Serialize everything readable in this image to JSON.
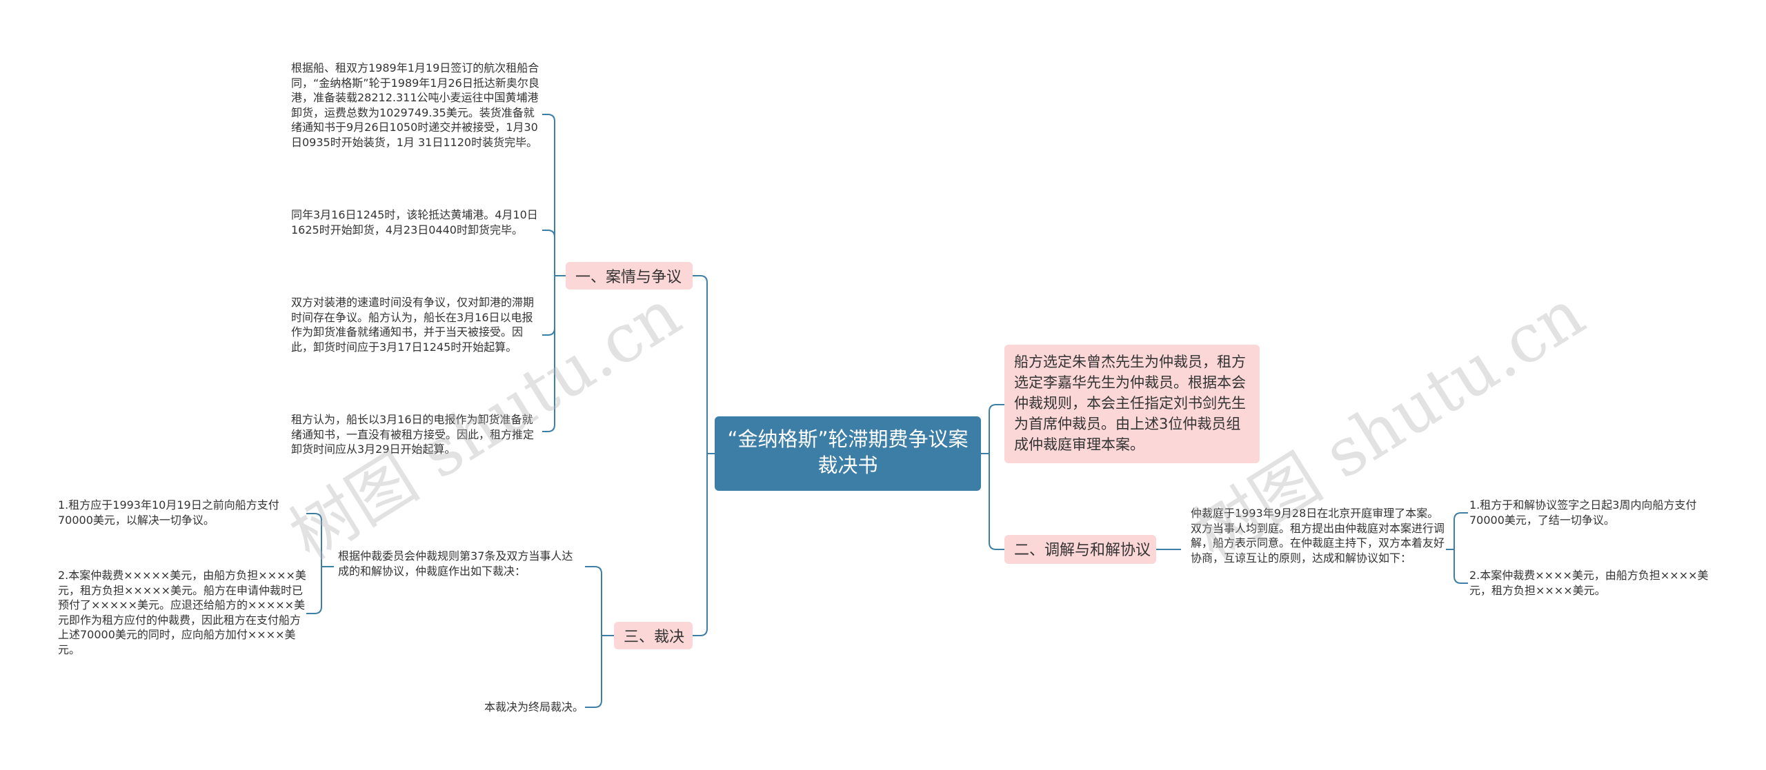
{
  "root": {
    "title": "“金纳格斯”轮滞期费争议案裁决书"
  },
  "branches": {
    "facts": {
      "label": "一、案情与争议",
      "leaves": [
        "根据船、租双方1989年1月19日签订的航次租船合同，“金纳格斯”轮于1989年1月26日抵达新奥尔良港，准备装载28212.311公吨小麦运往中国黄埔港卸货，运费总数为1029749.35美元。装货准备就绪通知书于9月26日1050时递交并被接受，1月30日0935时开始装货，1月 31日1120时装货完毕。",
        "同年3月16日1245时，该轮抵达黄埔港。4月10日1625时开始卸货，4月23日0440时卸货完毕。",
        "双方对装港的速遣时间没有争议，仅对卸港的滞期时间存在争议。船方认为，船长在3月16日以电报作为卸货准备就绪通知书，并于当天被接受。因此，卸货时间应于3月17日1245时开始起算。",
        "租方认为，船长以3月16日的电报作为卸货准备就绪通知书，一直没有被租方接受。因此，租方推定卸货时间应从3月29日开始起算。"
      ]
    },
    "verdict": {
      "label": "三、裁决",
      "sub": "根据仲裁委员会仲裁规则第37条及双方当事人达成的和解协议，仲裁庭作出如下裁决：",
      "sub_leaves": [
        "1.租方应于1993年10月19日之前向船方支付70000美元，以解决一切争议。",
        "2.本案仲裁费×××××美元，由船方负担××××美元，租方负担×××××美元。船方在申请仲裁时已预付了×××××美元。应退还给船方的×××××美元即作为租方应付的仲裁费，因此租方在支付船方上述70000美元的同时，应向船方加付××××美元。"
      ],
      "final": "本裁决为终局裁决。"
    },
    "arbitrators": {
      "text": "船方选定朱曾杰先生为仲裁员，租方选定李嘉华先生为仲裁员。根据本会仲裁规则，本会主任指定刘书剑先生为首席仲裁员。由上述3位仲裁员组成仲裁庭审理本案。"
    },
    "mediation": {
      "label": "二、调解与和解协议",
      "sub": "仲裁庭于1993年9月28日在北京开庭审理了本案。双方当事人均到庭。租方提出由仲裁庭对本案进行调解，船方表示同意。在仲裁庭主持下，双方本着友好协商，互谅互让的原则，达成和解协议如下：",
      "leaves": [
        "1.租方于和解协议签字之日起3周内向船方支付70000美元，了结一切争议。",
        "2.本案仲裁费××××美元，由船方负担××××美元，租方负担××××美元。"
      ]
    }
  },
  "watermarks": [
    "树图 shutu.cn",
    "树图 shutu.cn"
  ],
  "colors": {
    "root": "#3d7ea6",
    "branch": "#fbd7d7",
    "line": "#3d7ea6"
  }
}
